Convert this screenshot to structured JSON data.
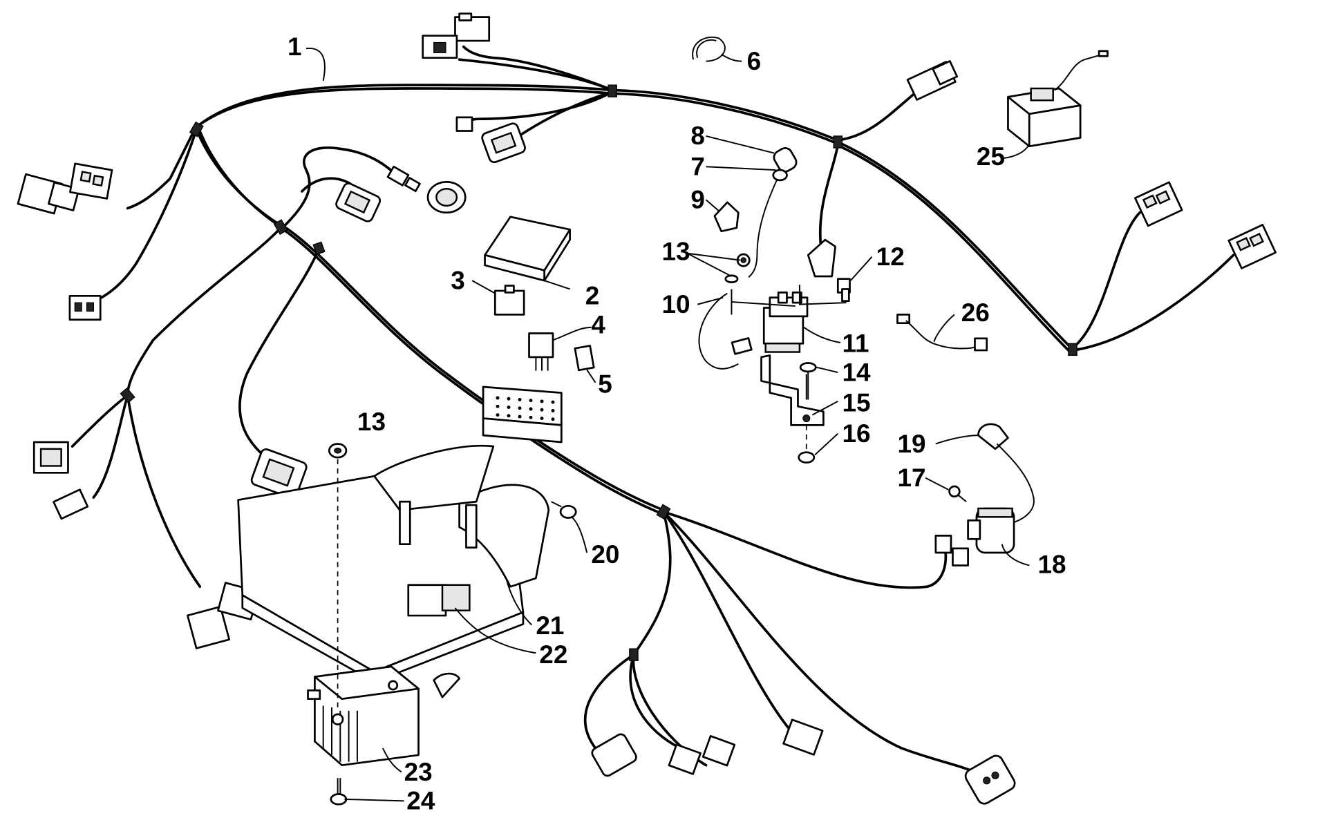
{
  "callouts": [
    {
      "id": "c1",
      "text": "1"
    },
    {
      "id": "c2",
      "text": "2"
    },
    {
      "id": "c3",
      "text": "3"
    },
    {
      "id": "c4",
      "text": "4"
    },
    {
      "id": "c5",
      "text": "5"
    },
    {
      "id": "c6",
      "text": "6"
    },
    {
      "id": "c7",
      "text": "7"
    },
    {
      "id": "c8",
      "text": "8"
    },
    {
      "id": "c9",
      "text": "9"
    },
    {
      "id": "c10",
      "text": "10"
    },
    {
      "id": "c11",
      "text": "11"
    },
    {
      "id": "c12",
      "text": "12"
    },
    {
      "id": "c13a",
      "text": "13"
    },
    {
      "id": "c13b",
      "text": "13"
    },
    {
      "id": "c14",
      "text": "14"
    },
    {
      "id": "c15",
      "text": "15"
    },
    {
      "id": "c16",
      "text": "16"
    },
    {
      "id": "c17",
      "text": "17"
    },
    {
      "id": "c18",
      "text": "18"
    },
    {
      "id": "c19",
      "text": "19"
    },
    {
      "id": "c20",
      "text": "20"
    },
    {
      "id": "c21",
      "text": "21"
    },
    {
      "id": "c22",
      "text": "22"
    },
    {
      "id": "c23",
      "text": "23"
    },
    {
      "id": "c24",
      "text": "24"
    },
    {
      "id": "c25",
      "text": "25"
    },
    {
      "id": "c26",
      "text": "26"
    }
  ]
}
